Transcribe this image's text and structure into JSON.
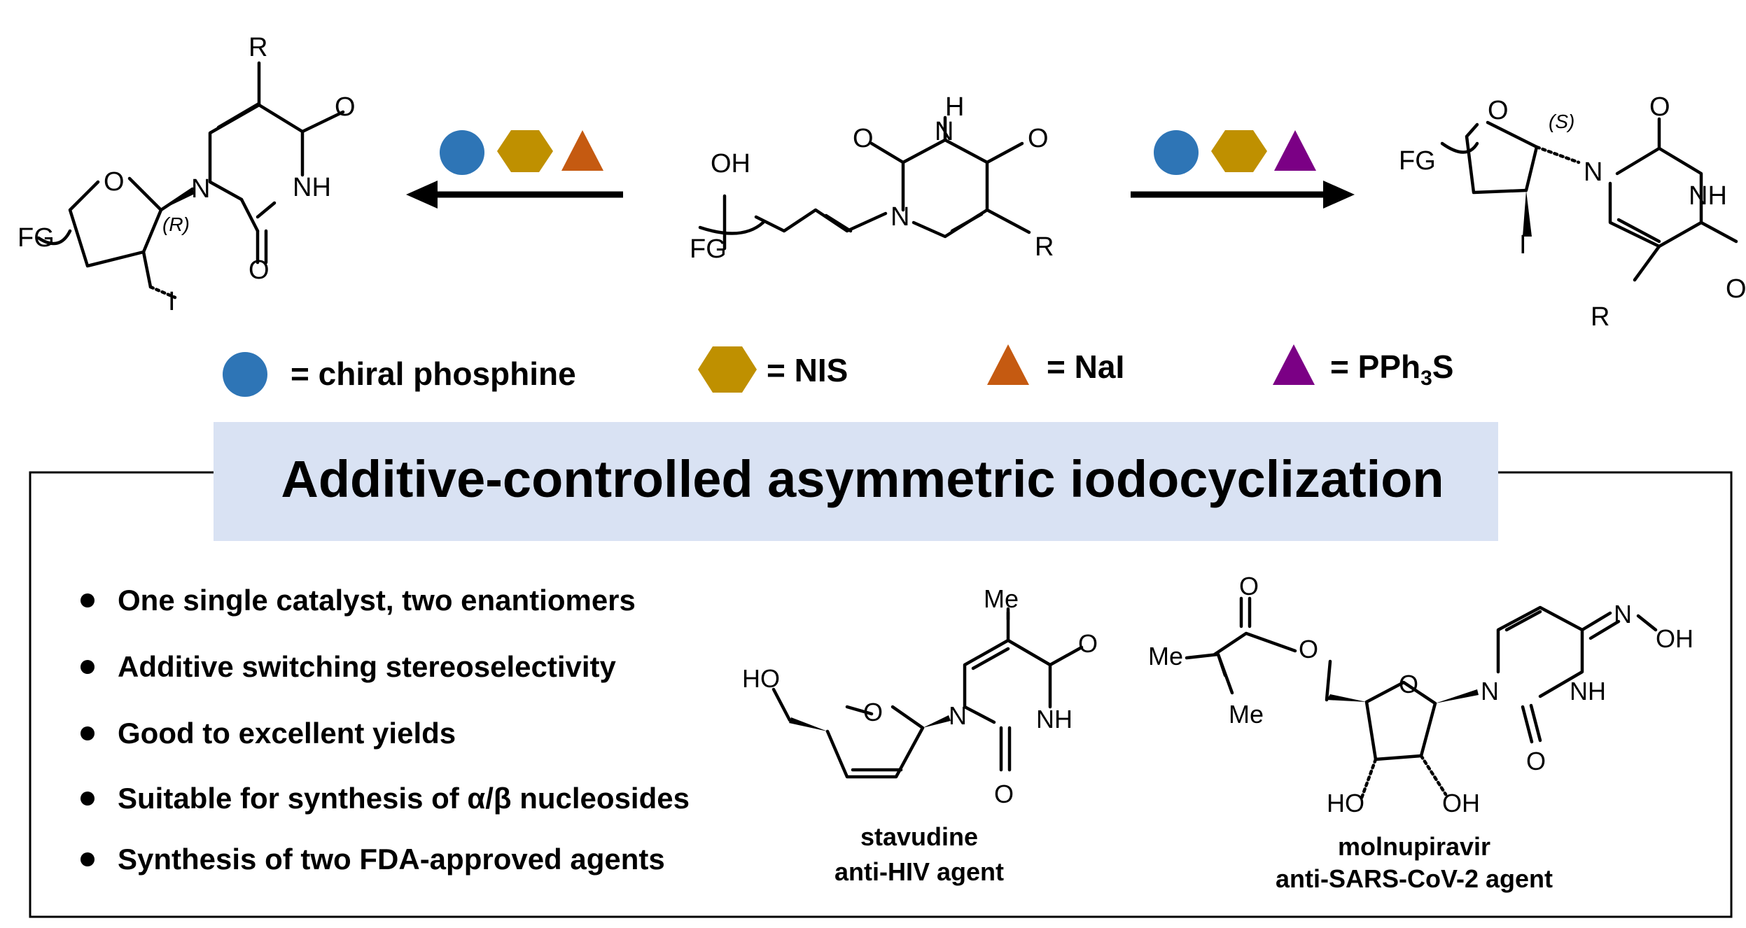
{
  "colors": {
    "circle": "#2e75b6",
    "hexagon": "#bf9000",
    "triangle_nai": "#c55a11",
    "triangle_pph3s": "#7b0085",
    "title_band": "#d9e2f3"
  },
  "atoms": {
    "R": "R",
    "O": "O",
    "H": "H",
    "N": "N",
    "NH": "NH",
    "OH": "OH",
    "HO": "HO",
    "FG": "FG",
    "I": "I",
    "Me": "Me",
    "R_config": "(R)",
    "S_config": "(S)"
  },
  "legend": {
    "circle_label": "= chiral phosphine",
    "hexagon_label": "= NIS",
    "nai_label": "= NaI",
    "pph3s_prefix": "= PPh",
    "pph3s_sub": "3",
    "pph3s_suffix": "S"
  },
  "title": "Additive-controlled asymmetric iodocyclization",
  "bullets": [
    "One single catalyst, two enantiomers",
    "Additive switching stereoselectivity",
    "Good to excellent yields",
    "Suitable for synthesis of α/β nucleosides",
    "Synthesis of two FDA-approved agents"
  ],
  "products": {
    "stavudine_name": "stavudine",
    "stavudine_desc": "anti-HIV agent",
    "molnupiravir_name": "molnupiravir",
    "molnupiravir_desc": "anti-SARS-CoV-2 agent"
  }
}
